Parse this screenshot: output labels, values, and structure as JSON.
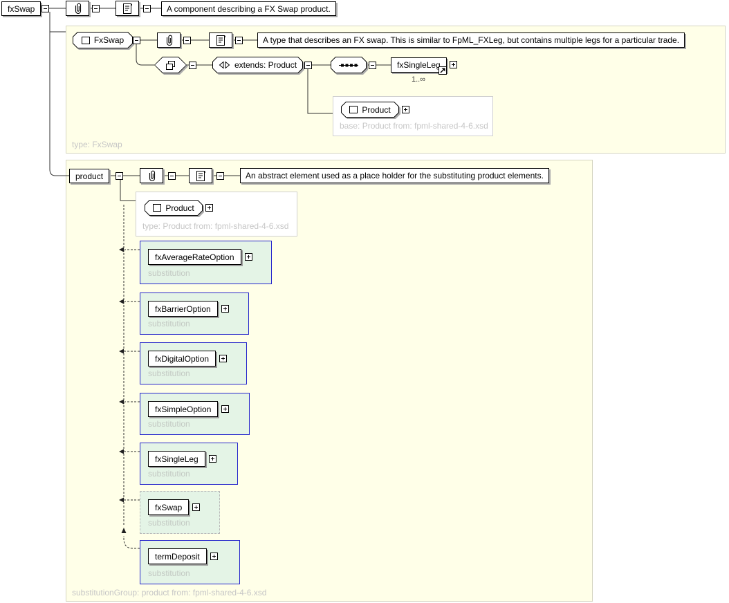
{
  "root": {
    "element": "fxSwap",
    "annotation": "A component describing a FX Swap product."
  },
  "type_section": {
    "type_name": "FxSwap",
    "annotation": "A type that describes an FX swap. This is similar to FpML_FXLeg, but contains multiple legs for a particular trade.",
    "derivation_label": "extends: Product",
    "child": {
      "name": "fxSingleLeg",
      "cardinality": "1..∞"
    },
    "base": {
      "name": "Product",
      "caption": "base: Product from: fpml-shared-4-6.xsd"
    },
    "footer": "type: FxSwap"
  },
  "sub_section": {
    "element": "product",
    "annotation": "An abstract element used as a place holder for the substituting product elements.",
    "type_box": {
      "name": "Product",
      "caption": "type: Product from: fpml-shared-4-6.xsd"
    },
    "substitutions": [
      {
        "label": "fxAverageRateOption",
        "caption": "substitution"
      },
      {
        "label": "fxBarrierOption",
        "caption": "substitution"
      },
      {
        "label": "fxDigitalOption",
        "caption": "substitution"
      },
      {
        "label": "fxSimpleOption",
        "caption": "substitution"
      },
      {
        "label": "fxSingleLeg",
        "caption": "substitution"
      },
      {
        "label": "fxSwap",
        "caption": "substitution",
        "current": true
      },
      {
        "label": "termDeposit",
        "caption": "substitution"
      }
    ],
    "footer": "substitutionGroup: product from: fpml-shared-4-6.xsd"
  },
  "icons": {
    "attributes": "paperclip-icon",
    "annotation": "scroll-icon",
    "complex_content": "overlapping-squares-icon",
    "derivation": "extends-triangles-icon",
    "sequence": "sequence-dots-icon",
    "complex_type": "square-icon",
    "reference": "northeast-arrow-icon",
    "collapse": "minus-icon",
    "expand": "plus-icon"
  },
  "colors": {
    "canvas_bg": "#ffffff",
    "section_bg": "#ffffe8",
    "section_border": "#d4d4c0",
    "substitution_bg": "#e4f4e6",
    "substitution_border": "#2323cb",
    "current_substitution_border": "#b9b9b9",
    "caption_gray": "#c6c6c6",
    "connector": "#303030"
  }
}
